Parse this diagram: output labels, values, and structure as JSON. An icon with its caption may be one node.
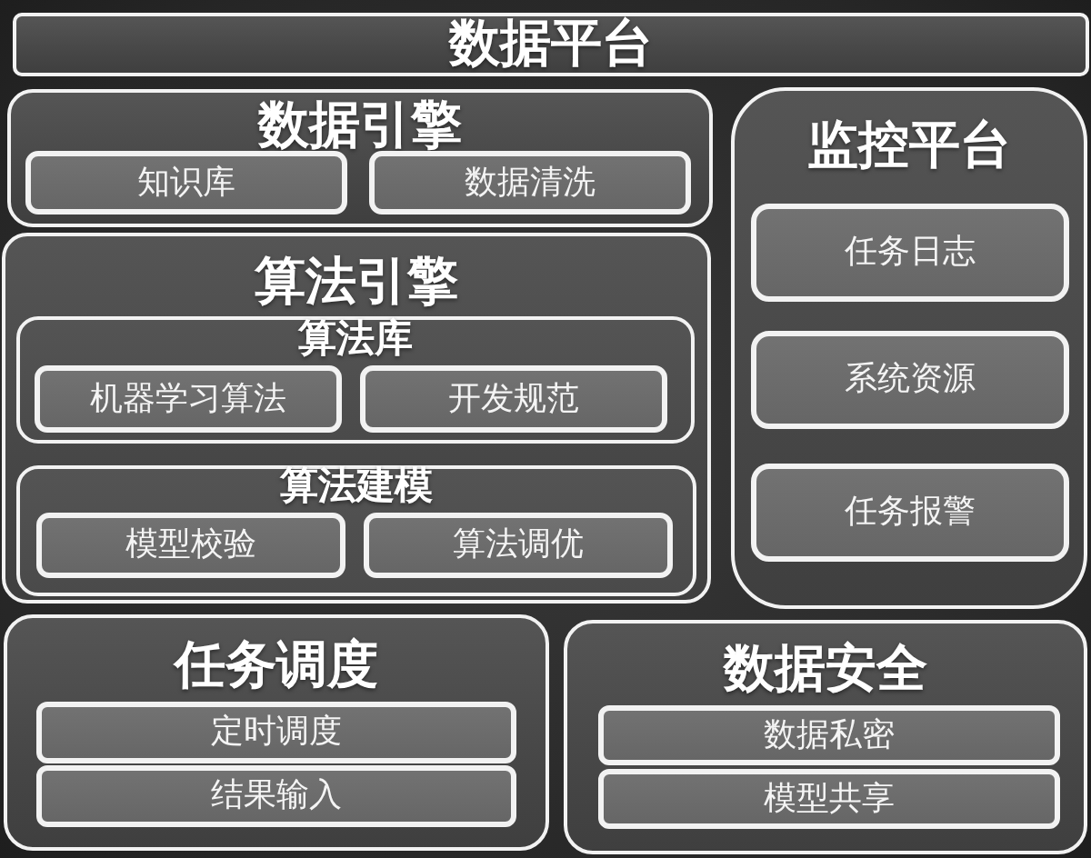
{
  "diagram": {
    "nodes": [
      {
        "text": [
          "数据平台"
        ]
      },
      {
        "text": [
          "数据引擎"
        ]
      },
      {
        "text": [
          "知识库"
        ],
        "in": 1
      },
      {
        "text": [
          "数据清洗"
        ],
        "in": 1
      },
      {
        "text": [
          "监控平台"
        ]
      },
      {
        "text": [
          "任务日志"
        ],
        "in": 4
      },
      {
        "text": [
          "系统资源"
        ],
        "in": 4
      },
      {
        "text": [
          "任务报警"
        ],
        "in": 4
      },
      {
        "text": [
          "算法引擎"
        ]
      },
      {
        "text": [
          "算法库"
        ],
        "in": 8
      },
      {
        "text": [
          "机器学习算法"
        ],
        "in": 9
      },
      {
        "text": [
          "开发规范"
        ],
        "in": 9
      },
      {
        "text": [
          "算法建模"
        ],
        "in": 8
      },
      {
        "text": [
          "模型校验"
        ],
        "in": 12
      },
      {
        "text": [
          "算法调优"
        ],
        "in": 12
      },
      {
        "text": [
          "任务调度"
        ]
      },
      {
        "text": [
          "定时调度"
        ],
        "in": 15
      },
      {
        "text": [
          "结果输入"
        ],
        "in": 15
      },
      {
        "text": [
          "数据安全"
        ]
      },
      {
        "text": [
          "数据私密"
        ],
        "in": 18
      },
      {
        "text": [
          "模型共享"
        ],
        "in": 18
      }
    ]
  }
}
